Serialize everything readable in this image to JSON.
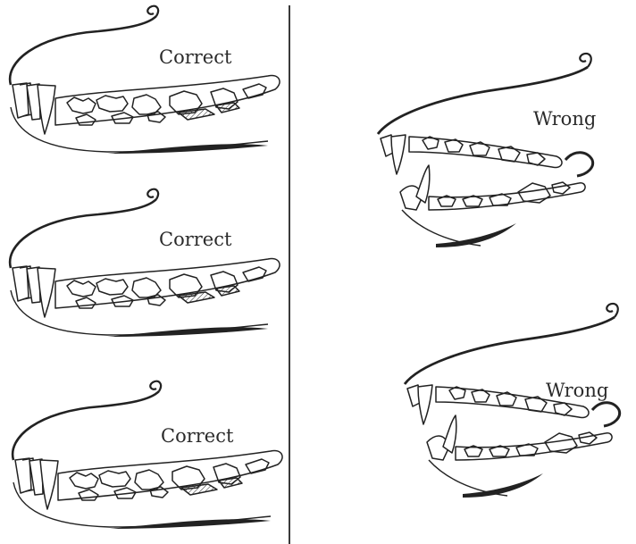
{
  "figure": {
    "panels": [
      {
        "label": "Correct",
        "verdict": "correct"
      },
      {
        "label": "Correct",
        "verdict": "correct"
      },
      {
        "label": "Correct",
        "verdict": "correct"
      },
      {
        "label": "Wrong",
        "verdict": "wrong"
      },
      {
        "label": "Wrong",
        "verdict": "wrong"
      }
    ],
    "ink_color": "#222222"
  }
}
